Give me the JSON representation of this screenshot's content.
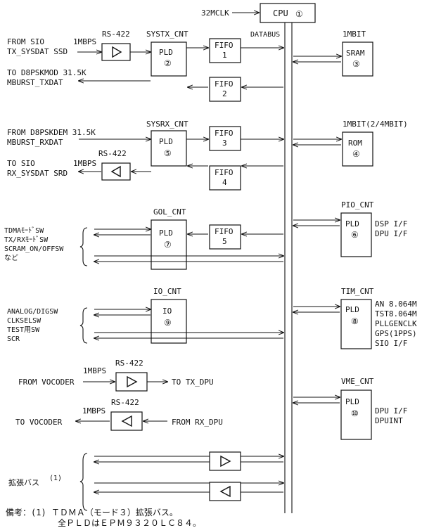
{
  "cpu": {
    "label": "CPU",
    "num": "①",
    "clk": "32MCLK"
  },
  "databus": "DATABUS",
  "systx": {
    "title": "SYSTX_CNT",
    "pld": "PLD",
    "num": "②",
    "in1": "FROM  SIO",
    "in2": "TX_SYSDAT SSD",
    "rate": "1MBPS",
    "rs": "RS-422",
    "out1": "TO D8PSKMOD  31.5K",
    "out2": "MBURST_TXDAT"
  },
  "fifo1": {
    "label": "FIFO",
    "num": "1"
  },
  "fifo2": {
    "label": "FIFO",
    "num": "2"
  },
  "fifo3": {
    "label": "FIFO",
    "num": "3"
  },
  "fifo4": {
    "label": "FIFO",
    "num": "4"
  },
  "fifo5": {
    "label": "FIFO",
    "num": "5"
  },
  "sram": {
    "cap": "1MBIT",
    "label": "SRAM",
    "num": "③"
  },
  "rom": {
    "cap": "1MBIT(2/4MBIT)",
    "label": "ROM",
    "num": "④"
  },
  "sysrx": {
    "title": "SYSRX_CNT",
    "pld": "PLD",
    "num": "⑤",
    "in1": "FROM D8PSKDEM 31.5K",
    "in2": "MBURST_RXDAT",
    "rs": "RS-422",
    "out1": "TO   SIO",
    "rate": "1MBPS",
    "out2": "RX_SYSDAT SRD"
  },
  "gol": {
    "title": "GOL_CNT",
    "pld": "PLD",
    "num": "⑦",
    "sig1": "TDMAﾓｰﾄﾞSW",
    "sig2": "TX/RXﾓｰﾄﾞSW",
    "sig3": "SCRAM_ON/OFFSW",
    "sig4": "など"
  },
  "pio": {
    "title": "PIO_CNT",
    "pld": "PLD",
    "num": "⑥",
    "sig1": "DSP I/F",
    "sig2": "DPU I/F"
  },
  "io": {
    "title": "IO_CNT",
    "label": "IO",
    "num": "⑨",
    "sig1": "ANALOG/DIGSW",
    "sig2": "CLKSELSW",
    "sig3": "TEST用SW",
    "sig4": "SCR"
  },
  "tim": {
    "title": "TIM_CNT",
    "pld": "PLD",
    "num": "⑧",
    "sig1": "AN 8.064M",
    "sig2": "TST8.064M",
    "sig3": "PLLGENCLK",
    "sig4": "GPS(1PPS)",
    "sig5": "SIO I/F"
  },
  "voc_tx": {
    "rate": "1MBPS",
    "rs": "RS-422",
    "from": "FROM VOCODER",
    "to": "TO TX_DPU"
  },
  "voc_rx": {
    "rate": "1MBPS",
    "rs": "RS-422",
    "to": "TO VOCODER",
    "from": "FROM RX_DPU"
  },
  "vme": {
    "title": "VME_CNT",
    "pld": "PLD",
    "num": "⑩",
    "sig1": "DPU I/F",
    "sig2": "DPUINT"
  },
  "ext": {
    "label": "拡張バス",
    "sup": "(1)"
  },
  "notes": {
    "line1": "備考：(1) ＴＤＭＡ（モード３）拡張バス。",
    "line2": "全ＰＬＤはＥＰＭ９３２０ＬＣ８４。"
  }
}
